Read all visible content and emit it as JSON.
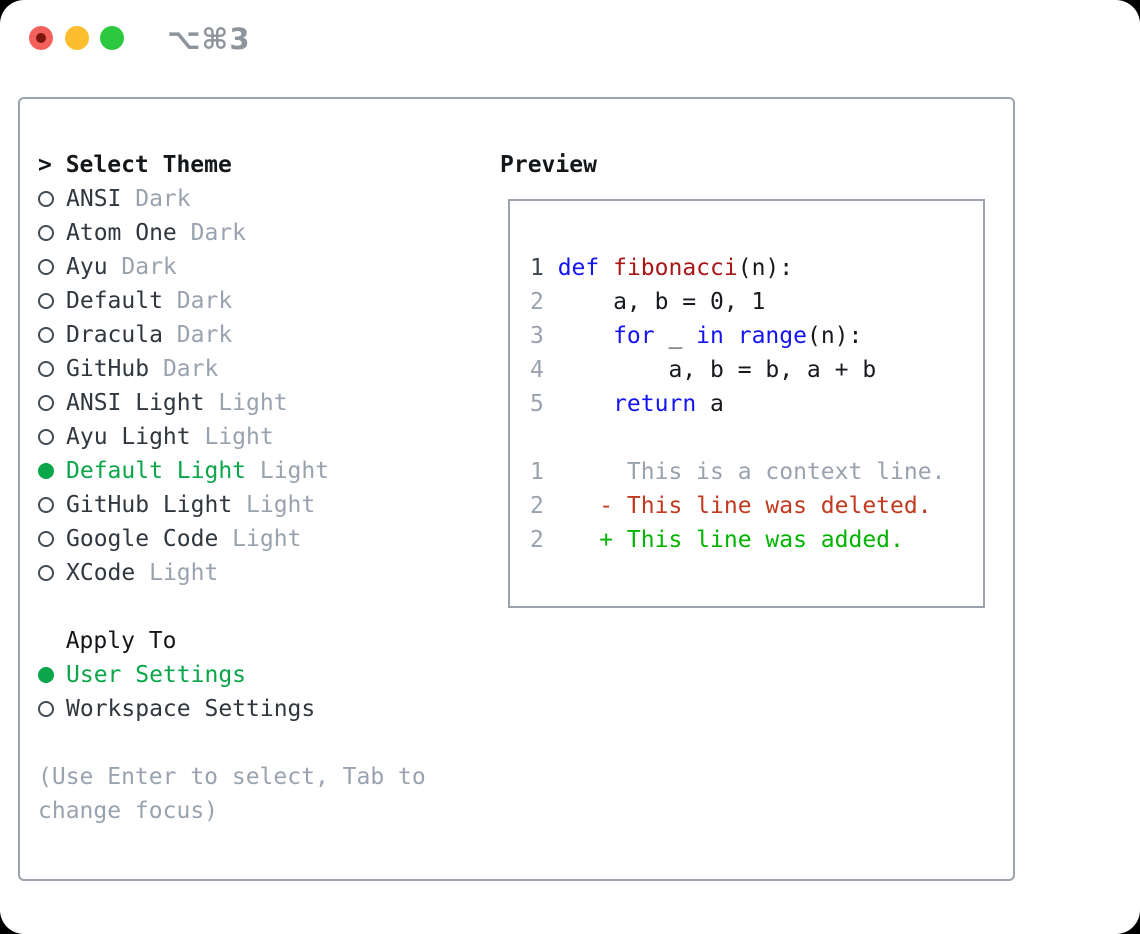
{
  "titlebar": {
    "shortcut": "⌥⌘3"
  },
  "colors": {
    "accent_green": "#0ba64a",
    "added_green": "#00b400",
    "deleted_red": "#c13a1f",
    "keyword_blue": "#1414f0",
    "function_red": "#a81616",
    "code_text": "#16191d",
    "muted_gray": "#99a3b0",
    "border_gray": "#9aa3ae",
    "text_dark": "#14171a",
    "item_text": "#30373f",
    "radio_outline": "#434c55",
    "line_number_active": "#3a4550",
    "titlebar_gray": "#8d949c",
    "traffic_red": "#f4615c",
    "traffic_red_dot": "#7d150f",
    "traffic_yellow": "#fcbe2f",
    "traffic_green": "#2bc840"
  },
  "theme_panel": {
    "caret": ">",
    "title": "Select Theme",
    "themes": [
      {
        "name": "ANSI",
        "variant": "Dark",
        "selected": false
      },
      {
        "name": "Atom One",
        "variant": "Dark",
        "selected": false
      },
      {
        "name": "Ayu",
        "variant": "Dark",
        "selected": false
      },
      {
        "name": "Default",
        "variant": "Dark",
        "selected": false
      },
      {
        "name": "Dracula",
        "variant": "Dark",
        "selected": false
      },
      {
        "name": "GitHub",
        "variant": "Dark",
        "selected": false
      },
      {
        "name": "ANSI Light",
        "variant": "Light",
        "selected": false
      },
      {
        "name": "Ayu Light",
        "variant": "Light",
        "selected": false
      },
      {
        "name": "Default Light",
        "variant": "Light",
        "selected": true
      },
      {
        "name": "GitHub Light",
        "variant": "Light",
        "selected": false
      },
      {
        "name": "Google Code",
        "variant": "Light",
        "selected": false
      },
      {
        "name": "XCode",
        "variant": "Light",
        "selected": false
      }
    ],
    "apply_to": {
      "title": "Apply To",
      "options": [
        {
          "label": "User Settings",
          "selected": true
        },
        {
          "label": "Workspace Settings",
          "selected": false
        }
      ]
    },
    "hint_line1": "(Use Enter to select, Tab to",
    "hint_line2": "change focus)"
  },
  "preview": {
    "title": "Preview",
    "lines": [
      {
        "kind": "code",
        "num": "1",
        "active": true,
        "tokens": [
          {
            "c": "keyword",
            "t": "def"
          },
          {
            "c": "plain",
            "t": " "
          },
          {
            "c": "function",
            "t": "fibonacci"
          },
          {
            "c": "plain",
            "t": "(n):"
          }
        ]
      },
      {
        "kind": "code",
        "num": "2",
        "active": false,
        "tokens": [
          {
            "c": "plain",
            "t": "    a, b = 0, 1"
          }
        ]
      },
      {
        "kind": "code",
        "num": "3",
        "active": false,
        "tokens": [
          {
            "c": "plain",
            "t": "    "
          },
          {
            "c": "keyword",
            "t": "for"
          },
          {
            "c": "plain",
            "t": " _ "
          },
          {
            "c": "keyword",
            "t": "in"
          },
          {
            "c": "plain",
            "t": " "
          },
          {
            "c": "builtin",
            "t": "range"
          },
          {
            "c": "plain",
            "t": "(n):"
          }
        ]
      },
      {
        "kind": "code",
        "num": "4",
        "active": false,
        "tokens": [
          {
            "c": "plain",
            "t": "        a, b = b, a + b"
          }
        ]
      },
      {
        "kind": "code",
        "num": "5",
        "active": false,
        "tokens": [
          {
            "c": "plain",
            "t": "    "
          },
          {
            "c": "keyword",
            "t": "return"
          },
          {
            "c": "plain",
            "t": " a"
          }
        ]
      },
      {
        "kind": "blank",
        "num": "",
        "active": false,
        "tokens": []
      },
      {
        "kind": "context",
        "num": "1",
        "active": false,
        "tokens": [
          {
            "c": "context",
            "t": "     This is a context line."
          }
        ]
      },
      {
        "kind": "deleted",
        "num": "2",
        "active": false,
        "tokens": [
          {
            "c": "deleted",
            "t": "   - This line was deleted."
          }
        ]
      },
      {
        "kind": "added",
        "num": "2",
        "active": false,
        "tokens": [
          {
            "c": "added",
            "t": "   + This line was added."
          }
        ]
      }
    ]
  }
}
